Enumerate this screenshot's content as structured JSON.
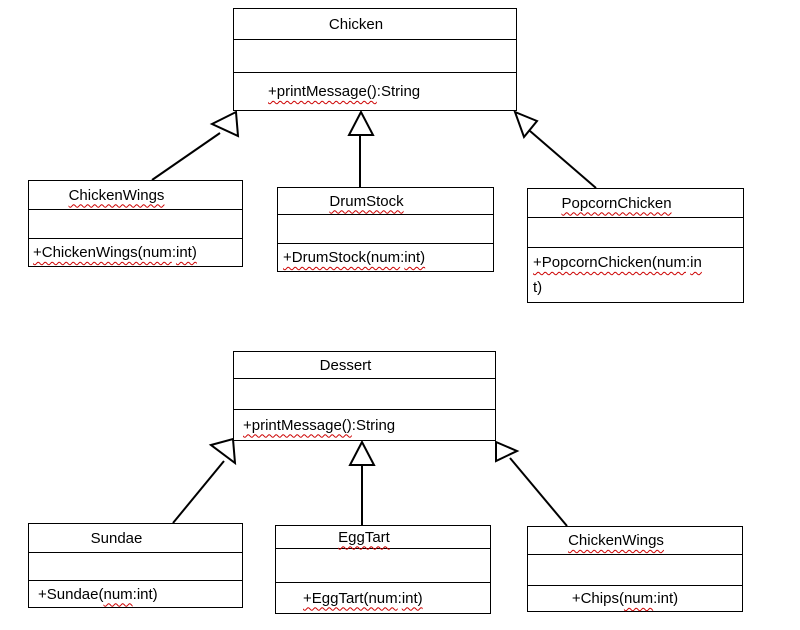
{
  "diagram_type": "uml-class-diagram",
  "colors": {
    "background": "#ffffff",
    "line": "#000000",
    "text": "#000000",
    "spellcheck_squiggle": "#cc0000"
  },
  "classes": {
    "chicken": {
      "name": "Chicken",
      "attributes": "",
      "method_full": "+printMessage():String",
      "method": {
        "m1": "+printMessage()",
        "m2": ":String"
      }
    },
    "chicken_wings_top": {
      "name": "ChickenWings",
      "attributes": "",
      "method_full": "+ChickenWings(num:int)",
      "method": {
        "m1": "+ChickenWings(num",
        "m2": ":",
        "m3": "int)"
      }
    },
    "drum_stock": {
      "name": "DrumStock",
      "attributes": "",
      "method_full": "+DrumStock(num:int)",
      "method": {
        "m1": "+DrumStock(num",
        "m2": ":",
        "m3": "int)"
      }
    },
    "popcorn_chicken": {
      "name": "PopcornChicken",
      "attributes": "",
      "method_full": "+PopcornChicken(num:int)",
      "method": {
        "m1": "+PopcornChicken(num",
        "m2": ":",
        "m3": "in",
        "m4": "t)"
      }
    },
    "dessert": {
      "name": "Dessert",
      "attributes": "",
      "method_full": "+printMessage():String",
      "method": {
        "m1": "+printMessage()",
        "m2": ":String"
      }
    },
    "sundae": {
      "name": "Sundae",
      "attributes": "",
      "method_full": "+Sundae(num:int)",
      "method": {
        "m1": "+Sundae(",
        "m2": "num",
        "m3": ":int)"
      }
    },
    "egg_tart": {
      "name": "EggTart",
      "attributes": "",
      "method_full": "+EggTart(num:int)",
      "method": {
        "m1": "+EggTart(num",
        "m2": ":",
        "m3": "int)"
      }
    },
    "chicken_wings_bottom": {
      "name": "ChickenWings",
      "attributes": "",
      "method_full": "+Chips(num:int)",
      "method": {
        "m1": "+Chips(",
        "m2": "num",
        "m3": ":int)"
      }
    }
  },
  "relationships": [
    {
      "child": "ChickenWings",
      "parent": "Chicken",
      "type": "generalization"
    },
    {
      "child": "DrumStock",
      "parent": "Chicken",
      "type": "generalization"
    },
    {
      "child": "PopcornChicken",
      "parent": "Chicken",
      "type": "generalization"
    },
    {
      "child": "Sundae",
      "parent": "Dessert",
      "type": "generalization"
    },
    {
      "child": "EggTart",
      "parent": "Dessert",
      "type": "generalization"
    },
    {
      "child": "ChickenWings",
      "parent": "Dessert",
      "type": "generalization"
    }
  ]
}
